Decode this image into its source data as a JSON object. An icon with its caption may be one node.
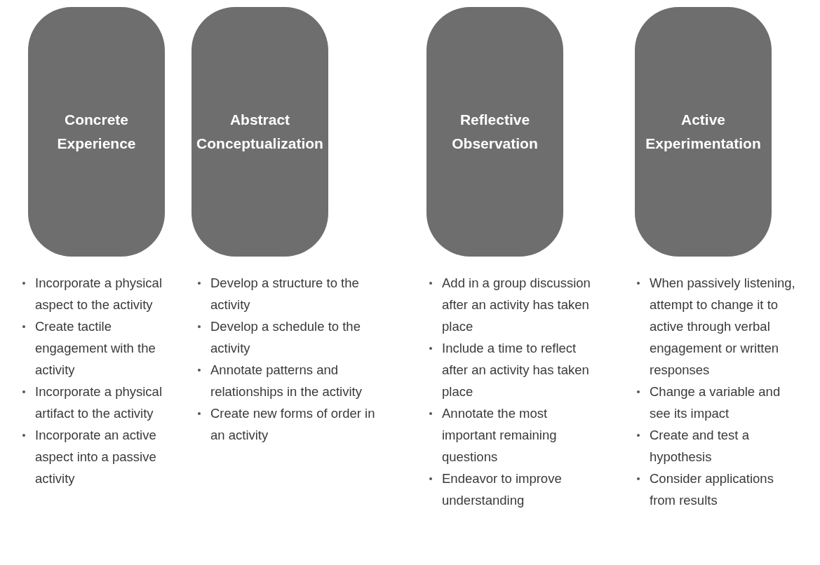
{
  "diagram": {
    "nodes": [
      {
        "text": [
          "Concrete Experience"
        ],
        "beside": [
          "Incorporate a physical aspect to the activity",
          "Create tactile engagement with the activity",
          "Incorporate a physical artifact to the activity",
          "Incorporate an active aspect into a passive activity"
        ]
      },
      {
        "text": [
          "Abstract Conceptualization"
        ],
        "beside": [
          "Develop a structure to the activity",
          "Develop a schedule to the activity",
          "Annotate patterns and relationships in the activity",
          "Create new forms of order in an activity"
        ]
      },
      {
        "text": [
          "Reflective Observation"
        ],
        "beside": [
          "Add in a group discussion after an activity has taken place",
          "Include a time to reflect after an activity has taken place",
          "Annotate the most important remaining questions",
          "Endeavor to improve understanding"
        ]
      },
      {
        "text": [
          "Active Experimentation"
        ],
        "beside": [
          "When passively listening, attempt to change it to active through verbal engagement or written responses",
          "Change a variable and see its impact",
          "Create and test a hypothesis",
          "Consider applications from results"
        ]
      }
    ]
  }
}
